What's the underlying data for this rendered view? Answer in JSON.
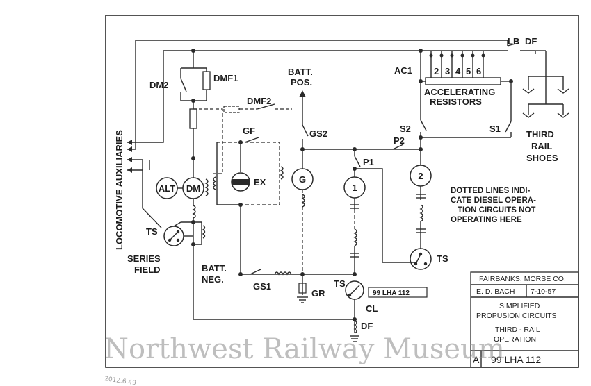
{
  "labels": {
    "aux": "LOCOMOTIVE AUXILIARIES",
    "dm2": "DM2",
    "dmf1": "DMF1",
    "dmf2": "DMF2",
    "batt_pos_1": "BATT.",
    "batt_pos_2": "POS.",
    "gf": "GF",
    "gs2": "GS2",
    "ex": "EX",
    "alt": "ALT",
    "dm": "DM",
    "g": "G",
    "motor1": "1",
    "motor2": "2",
    "p1": "P1",
    "p2": "P2",
    "s1": "S1",
    "s2": "S2",
    "ac1": "AC1",
    "res_nums": [
      "2",
      "3",
      "4",
      "5",
      "6"
    ],
    "accel_1": "ACCELERATING",
    "accel_2": "RESISTORS",
    "lb": "LB",
    "df_top": "DF",
    "third_1": "THIRD",
    "third_2": "RAIL",
    "third_3": "SHOES",
    "note_1": "DOTTED LINES INDI-",
    "note_2": "CATE DIESEL OPERA-",
    "note_3": "TION CIRCUITS NOT",
    "note_4": "OPERATING HERE",
    "ts_left": "TS",
    "series_1": "SERIES",
    "series_2": "FIELD",
    "batt_neg_1": "BATT.",
    "batt_neg_2": "NEG.",
    "gs1": "GS1",
    "gr": "GR",
    "ts_mid": "TS",
    "ts_right": "TS",
    "cl": "CL",
    "df_bottom": "DF",
    "ref_box": "99 LHA 112"
  },
  "title_block": {
    "company": "FAIRBANKS, MORSE CO.",
    "drawn_by": "E. D. BACH",
    "date": "7-10-57",
    "title_1": "SIMPLIFIED",
    "title_2": "PROPUSION CIRCUITS",
    "title_3": "THIRD - RAIL",
    "title_4": "OPERATION",
    "size": "A",
    "number": "99 LHA 112"
  },
  "watermark": "Northwest Railway Museum",
  "pencil_note": "2012.6.49"
}
